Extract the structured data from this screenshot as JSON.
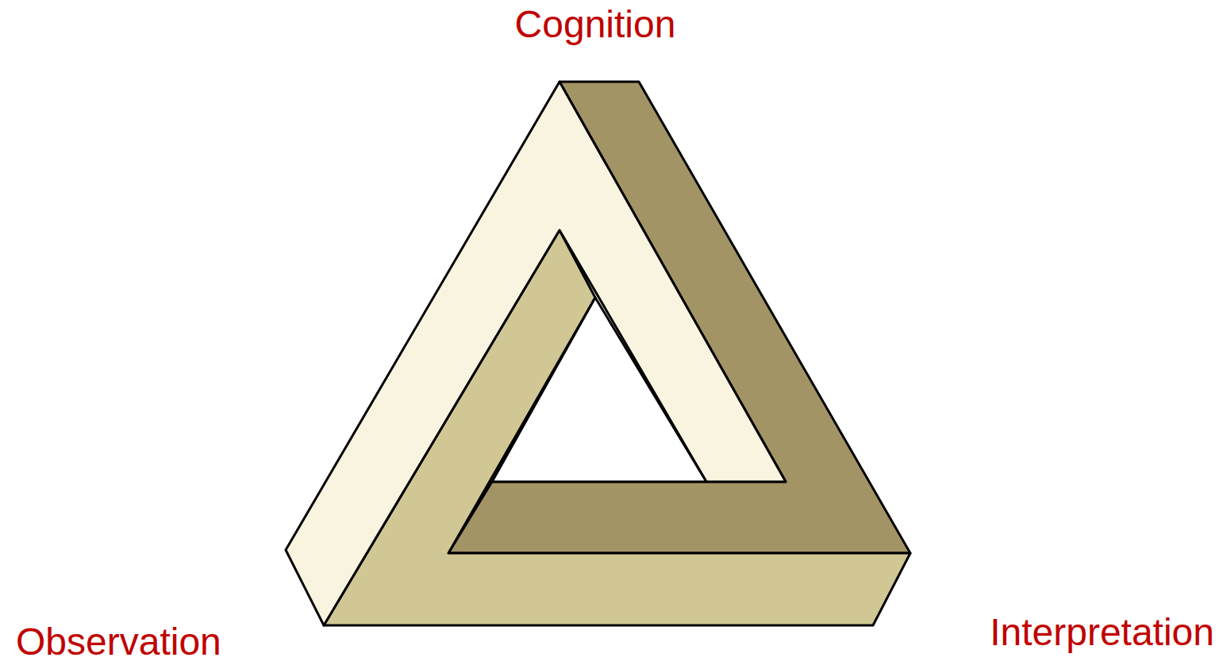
{
  "diagram": {
    "labels": [
      "Cognition",
      "Observation",
      "Interpretation"
    ]
  }
}
